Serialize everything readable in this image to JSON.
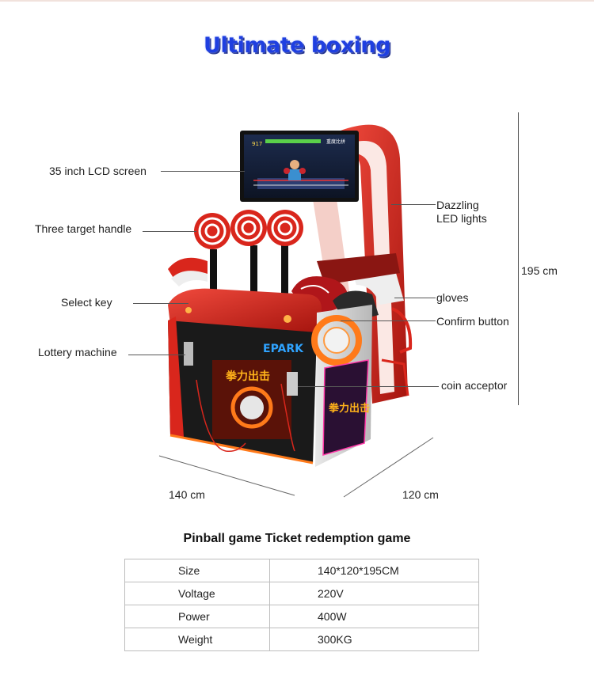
{
  "title": "Ultimate boxing",
  "callouts": {
    "lcd": "35 inch LCD screen",
    "handle": "Three target handle",
    "select": "Select key",
    "lottery": "Lottery machine",
    "led_line1": "Dazzling",
    "led_line2": "LED lights",
    "gloves": "gloves",
    "confirm": "Confirm button",
    "coin": "coin acceptor"
  },
  "dimensions": {
    "height": "195 cm",
    "width": "140 cm",
    "depth": "120 cm"
  },
  "screen_text": {
    "score": "917",
    "top_right": "重度比拼",
    "logo": "EPARK",
    "cabinet_text": "拳力出击"
  },
  "subtitle": "Pinball game Ticket redemption game",
  "specs": [
    {
      "key": "Size",
      "value": "140*120*195CM"
    },
    {
      "key": "Voltage",
      "value": "220V"
    },
    {
      "key": "Power",
      "value": "400W"
    },
    {
      "key": "Weight",
      "value": "300KG"
    }
  ],
  "colors": {
    "title": "#1f3fe0",
    "machine_red": "#d9261c",
    "accent_orange": "#ff7a1a"
  }
}
